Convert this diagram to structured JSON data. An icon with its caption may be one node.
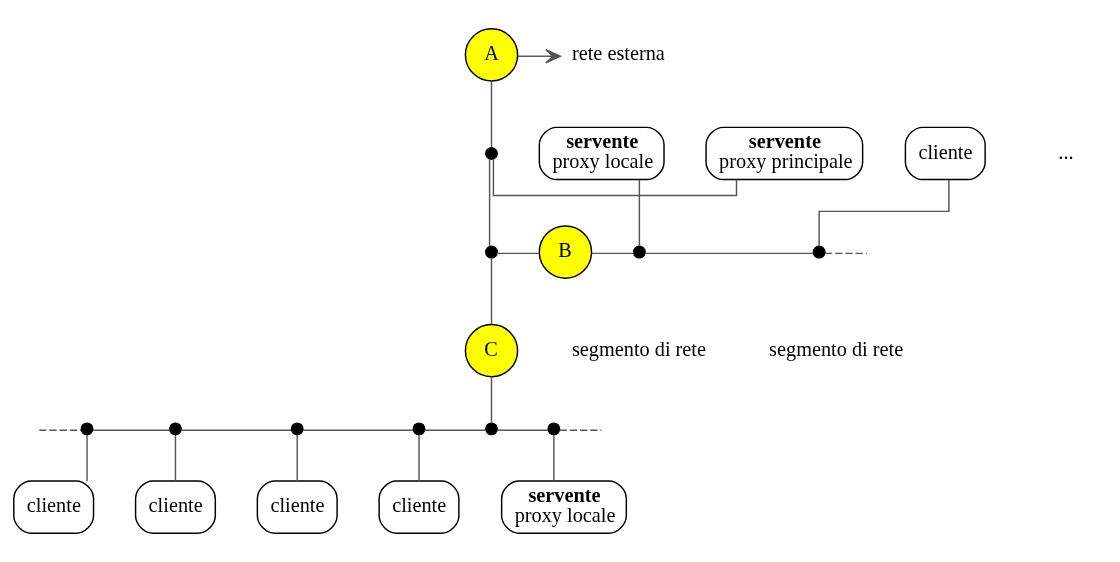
{
  "diagram": {
    "nodes": [
      {
        "text": [
          "rete esterna"
        ]
      },
      {
        "text": [
          "A"
        ]
      },
      {
        "text": [
          "servente",
          "proxy principale"
        ]
      },
      {
        "text": [],
        "shape": "dot"
      },
      {
        "text": [],
        "shape": "dot"
      },
      {
        "text": [
          "B"
        ]
      },
      {
        "text": [
          "servente",
          "proxy locale"
        ]
      },
      {
        "text": [],
        "shape": "dot"
      },
      {
        "text": [
          "cliente"
        ]
      },
      {
        "text": [],
        "shape": "dot"
      },
      {
        "text": [
          "C"
        ]
      },
      {
        "text": [],
        "shape": "dot"
      },
      {
        "text": [],
        "shape": "dot"
      },
      {
        "text": [],
        "shape": "dot"
      },
      {
        "text": [],
        "shape": "dot"
      },
      {
        "text": [],
        "shape": "dot"
      },
      {
        "text": [],
        "shape": "dot"
      },
      {
        "text": [
          "cliente"
        ]
      },
      {
        "text": [
          "cliente"
        ]
      },
      {
        "text": [
          "cliente"
        ]
      },
      {
        "text": [
          "cliente"
        ]
      },
      {
        "text": [
          "servente",
          "proxy locale"
        ]
      }
    ],
    "edges": [
      {
        "from": 1,
        "to": 0,
        "arrow": "to"
      },
      {
        "from": 1,
        "to": 3,
        "arrow": "none"
      },
      {
        "from": 2,
        "to": 3,
        "arrow": "none"
      },
      {
        "from": 3,
        "to": 4,
        "arrow": "none"
      },
      {
        "from": 4,
        "to": 5,
        "arrow": "none"
      },
      {
        "from": 5,
        "to": 7,
        "arrow": "none"
      },
      {
        "from": 7,
        "to": 9,
        "arrow": "none"
      },
      {
        "from": 9,
        "to": null,
        "arrow": "none",
        "style": "dashed"
      },
      {
        "from": 6,
        "to": 7,
        "arrow": "none"
      },
      {
        "from": 8,
        "to": 9,
        "arrow": "none"
      },
      {
        "from": 4,
        "to": 10,
        "arrow": "none"
      },
      {
        "from": 10,
        "to": 15,
        "arrow": "none"
      },
      {
        "from": null,
        "to": 11,
        "arrow": "none",
        "style": "dashed"
      },
      {
        "from": 11,
        "to": 12,
        "arrow": "none"
      },
      {
        "from": 12,
        "to": 13,
        "arrow": "none"
      },
      {
        "from": 13,
        "to": 14,
        "arrow": "none"
      },
      {
        "from": 14,
        "to": 15,
        "arrow": "none"
      },
      {
        "from": 15,
        "to": 16,
        "arrow": "none"
      },
      {
        "from": 16,
        "to": null,
        "arrow": "none",
        "style": "dashed"
      },
      {
        "from": 11,
        "to": 17,
        "arrow": "none"
      },
      {
        "from": 12,
        "to": 18,
        "arrow": "none"
      },
      {
        "from": 13,
        "to": 19,
        "arrow": "none"
      },
      {
        "from": 14,
        "to": 20,
        "arrow": "none"
      },
      {
        "from": 16,
        "to": 21,
        "arrow": "none"
      }
    ],
    "labels": [
      "...",
      "segmento di rete",
      "segmento di rete"
    ]
  }
}
